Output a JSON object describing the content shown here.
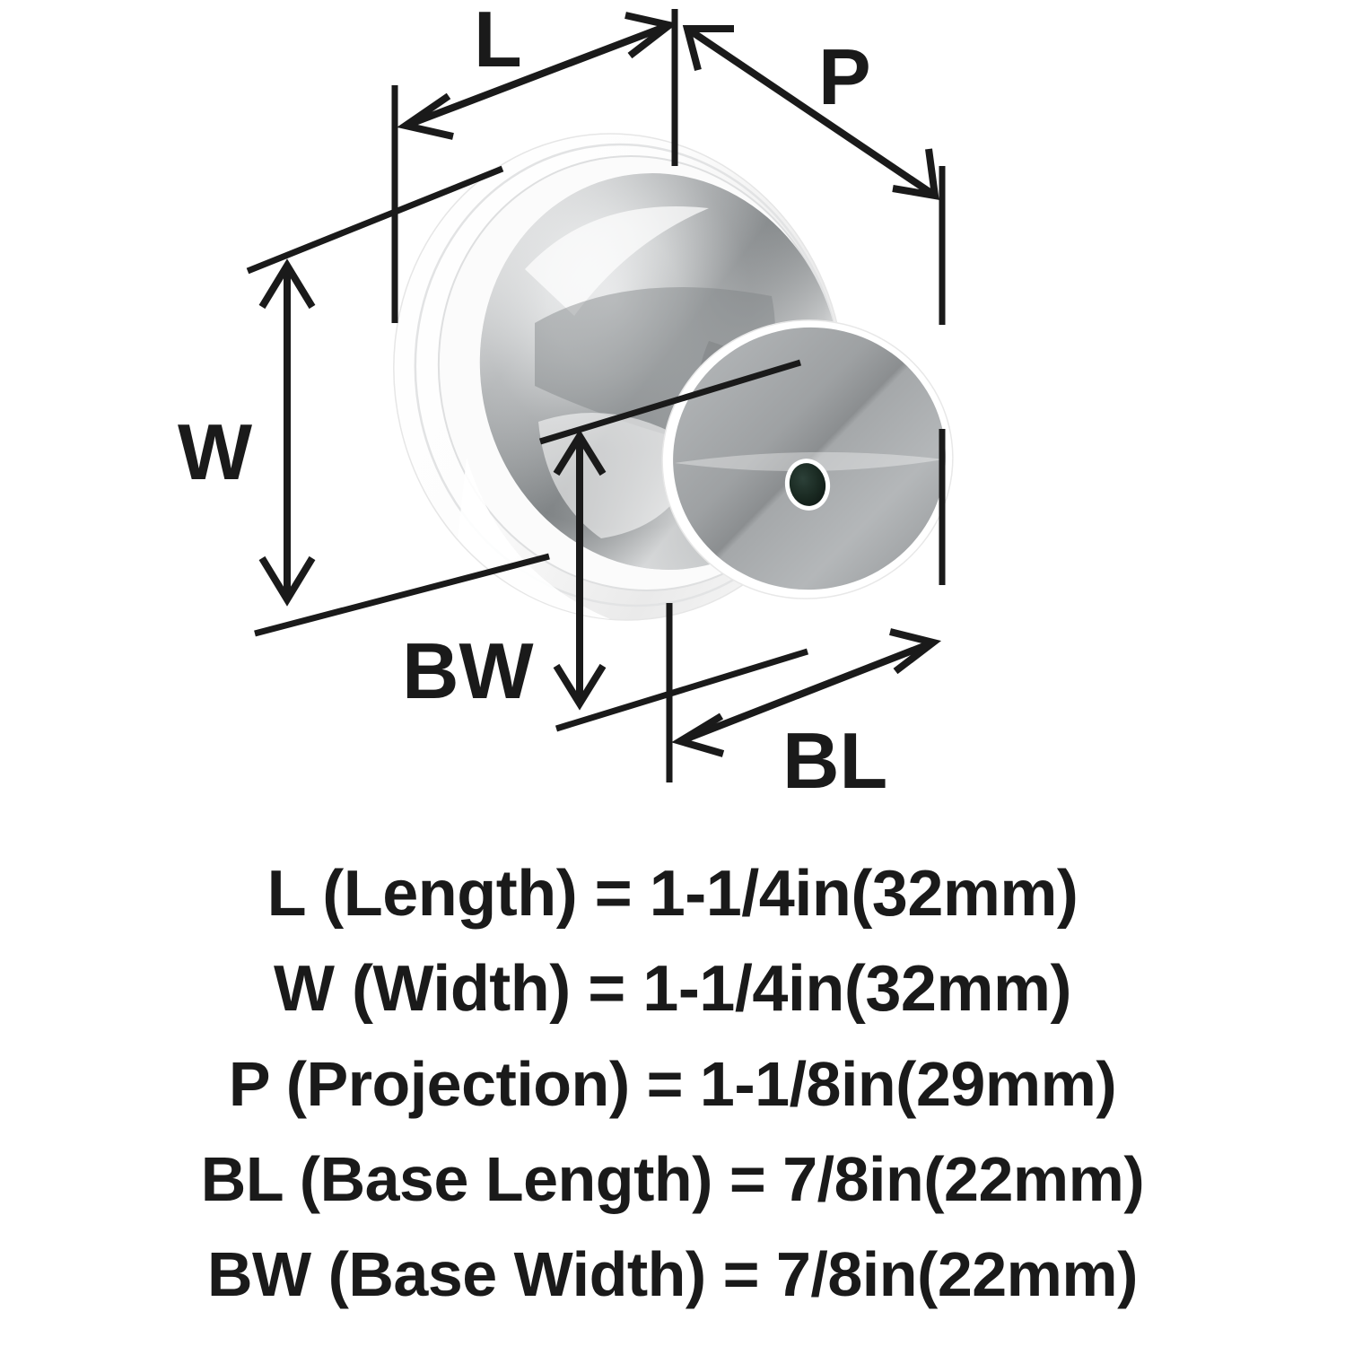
{
  "product": {
    "type": "cabinet-knob",
    "finish_color": "#a8a8a8",
    "rim_color": "#ffffff",
    "screw_hole_color": "#17231d"
  },
  "diagram": {
    "labels": {
      "length": "L",
      "width": "W",
      "projection": "P",
      "base_length": "BL",
      "base_width": "BW"
    }
  },
  "legend": {
    "rows": [
      {
        "code": "L",
        "name": "(Length)",
        "equals": "=",
        "value": "1-1/4in(32mm)",
        "full": "L (Length) = 1-1/4in(32mm)",
        "inches": "1-1/4in",
        "mm": "32mm"
      },
      {
        "code": "W",
        "name": "(Width)",
        "equals": "=",
        "value": "1-1/4in(32mm)",
        "full": "W (Width) = 1-1/4in(32mm)",
        "inches": "1-1/4in",
        "mm": "32mm"
      },
      {
        "code": "P",
        "name": "(Projection)",
        "equals": "=",
        "value": "1-1/8in(29mm)",
        "full": "P (Projection) = 1-1/8in(29mm)",
        "inches": "1-1/8in",
        "mm": "29mm"
      },
      {
        "code": "BL",
        "name": "(Base Length)",
        "equals": "=",
        "value": "7/8in(22mm)",
        "full": "BL (Base Length) = 7/8in(22mm)",
        "inches": "7/8in",
        "mm": "22mm"
      },
      {
        "code": "BW",
        "name": "(Base Width)",
        "equals": "=",
        "value": "7/8in(22mm)",
        "full": "BW (Base Width) = 7/8in(22mm)",
        "inches": "7/8in",
        "mm": "22mm"
      }
    ]
  }
}
